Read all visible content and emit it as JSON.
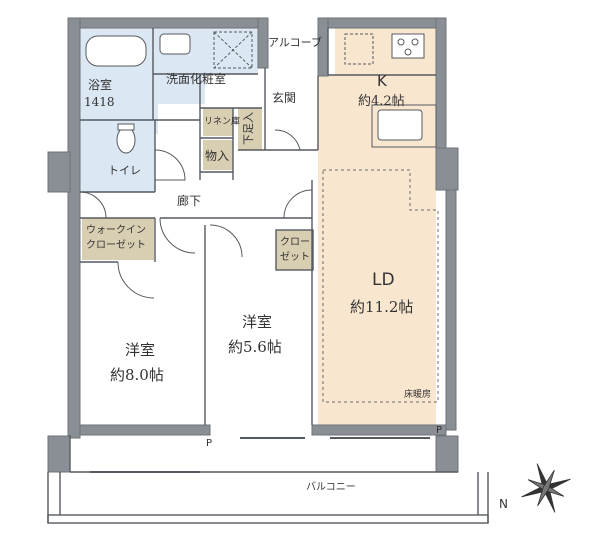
{
  "floorplan": {
    "colors": {
      "wall": "#8a8f96",
      "wall_edge": "#6d7278",
      "wet_area": "#dbe7f2",
      "living_area": "#f8e6cf",
      "closet": "#d8ceb2",
      "line": "#555a60",
      "heater_dash": "#6b6b6b"
    },
    "rooms": {
      "alcove": "アルコーブ",
      "kitchen_letter": "K",
      "kitchen_size": "約4.2帖",
      "washroom": "洗面化粧室",
      "bath": "浴室",
      "bath_size": "1418",
      "entrance": "玄関",
      "linen": "リネン庫",
      "shoe_box": "下足入",
      "storage": "物入",
      "toilet": "トイレ",
      "corridor": "廊下",
      "walkin_line1": "ウォークイン",
      "walkin_line2": "クローゼット",
      "closet_line1": "クロー",
      "closet_line2": "ゼット",
      "ld_letters": "LD",
      "ld_size": "約11.2帖",
      "floor_heating": "床暖房",
      "western_large": "洋室",
      "western_large_size": "約8.0帖",
      "western_small": "洋室",
      "western_small_size": "約5.6帖",
      "pipe_space_left": "P",
      "pipe_space_right": "P",
      "balcony": "バルコニー"
    },
    "compass": {
      "north_letter": "N",
      "icon": "compass-rose-icon"
    }
  }
}
